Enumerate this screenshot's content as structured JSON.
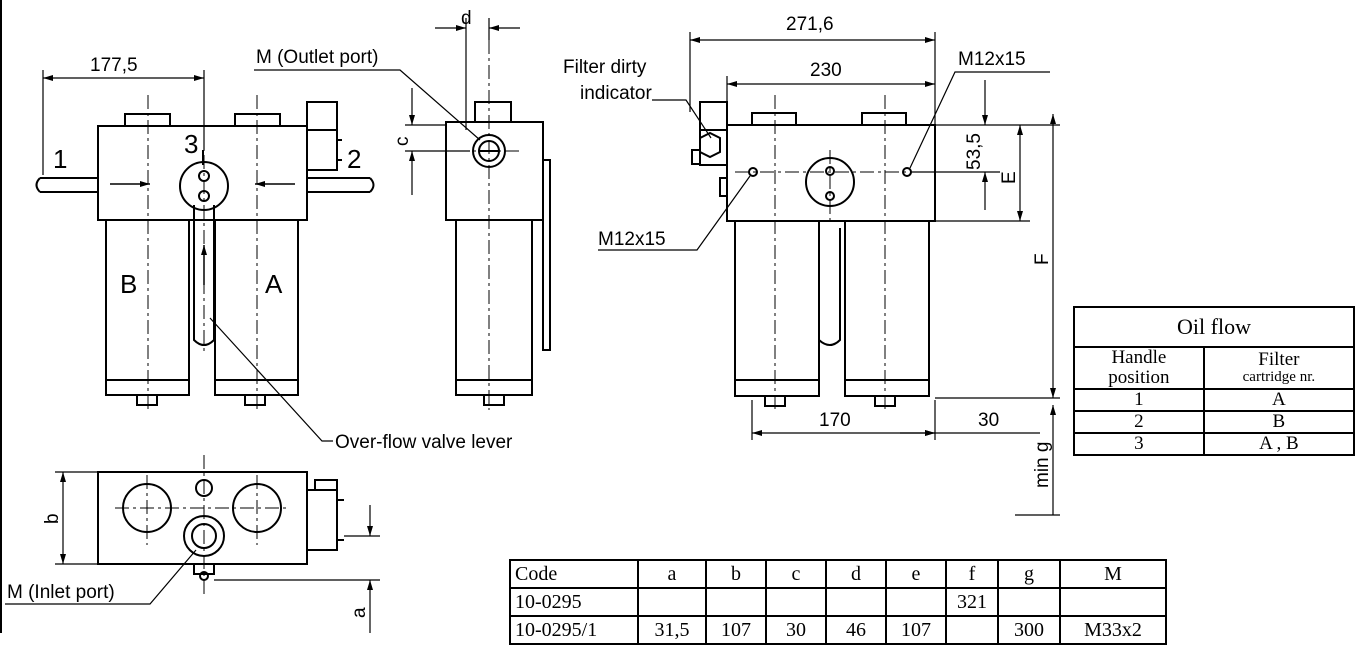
{
  "dims": {
    "w1775": "177,5",
    "d": "d",
    "c": "c",
    "b": "b",
    "a": "a",
    "w2716": "271,6",
    "w230": "230",
    "w535": "53,5",
    "E": "E",
    "F": "F",
    "w170": "170",
    "w30": "30",
    "ming": "min g"
  },
  "labels": {
    "outlet": "M (Outlet port)",
    "inlet": "M (Inlet port)",
    "dirty": [
      "Filter dirty",
      "indicator"
    ],
    "m12_top": "M12x15",
    "m12_left": "M12x15",
    "overflow": "Over-flow valve lever",
    "p1": "1",
    "p2": "2",
    "p3": "3",
    "A": "A",
    "B": "B"
  },
  "oil_table": {
    "title": "Oil flow",
    "headers": [
      [
        "Handle",
        "position"
      ],
      [
        "Filter",
        "cartridge nr."
      ]
    ],
    "rows": [
      [
        "1",
        "A"
      ],
      [
        "2",
        "B"
      ],
      [
        "3",
        "A , B"
      ]
    ]
  },
  "code_table": {
    "headers": [
      "Code",
      "a",
      "b",
      "c",
      "d",
      "e",
      "f",
      "g",
      "M"
    ],
    "rows": [
      [
        "10-0295",
        "",
        "",
        "",
        "",
        "",
        "321",
        "",
        ""
      ],
      [
        "10-0295/1",
        "31,5",
        "107",
        "30",
        "46",
        "107",
        "",
        "300",
        "M33x2"
      ]
    ]
  }
}
